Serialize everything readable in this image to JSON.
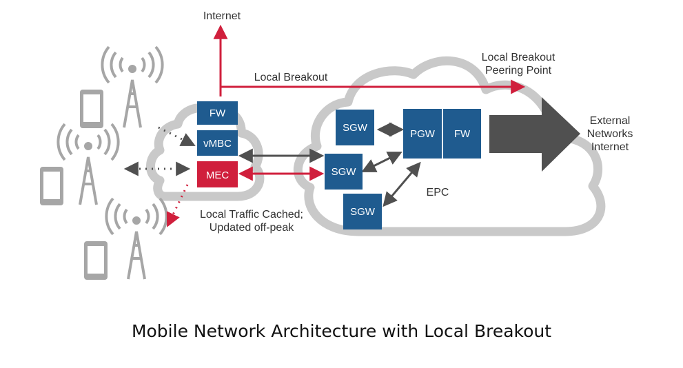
{
  "colors": {
    "blue": "#1f5b8f",
    "red": "#d01f3c",
    "cloud_gray": "#c9c9c9",
    "device_gray": "#a6a6a6",
    "arrow_gray": "#505050",
    "dark": "#333333"
  },
  "icons": [
    "cell-tower-icon",
    "smartphone-icon",
    "cloud-icon",
    "arrow-icon"
  ],
  "labels": {
    "internet": "Internet",
    "local_breakout": "Local Breakout",
    "peering_1": "Local Breakout",
    "peering_2": "Peering Point",
    "external_1": "External",
    "external_2": "Networks",
    "external_3": "Internet",
    "epc": "EPC",
    "cached_1": "Local Traffic Cached;",
    "cached_2": "Updated off-peak"
  },
  "nodes": {
    "fw_edge": "FW",
    "vmbc": "vMBC",
    "mec": "MEC",
    "sgw_1": "SGW",
    "sgw_2": "SGW",
    "sgw_3": "SGW",
    "pgw": "PGW",
    "fw_core": "FW"
  },
  "caption": "Mobile Network Architecture with Local Breakout"
}
